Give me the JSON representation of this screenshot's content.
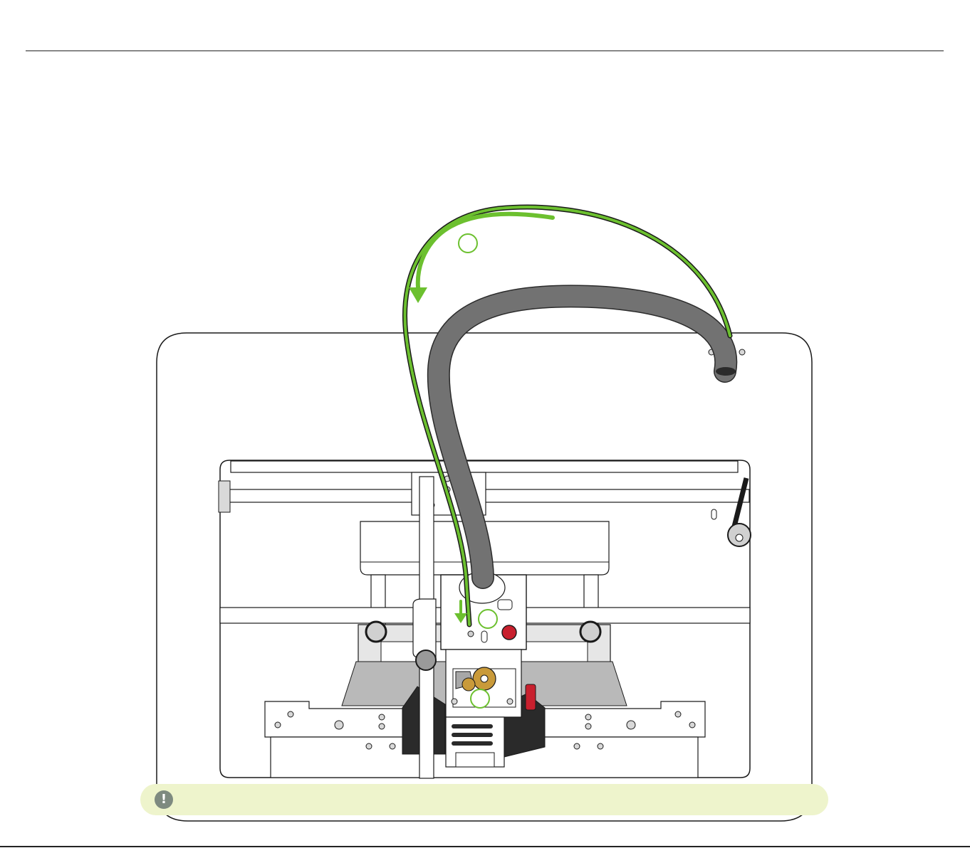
{
  "page": {
    "background": "#ffffff"
  },
  "diagram": {
    "subject": "printer-filament-loading",
    "colors": {
      "accent_green": "#6cc02f",
      "tube_gray": "#727272",
      "tube_outline": "#2b2b2b",
      "button_red": "#c8202e",
      "gear_gold": "#c99a3a",
      "outline": "#1a1a1a",
      "panel_gray": "#e6e6e6",
      "shadow_dark": "#2a2a2a"
    },
    "step_markers": [
      {
        "id": "step-1",
        "label": ""
      },
      {
        "id": "step-2",
        "label": ""
      },
      {
        "id": "step-3",
        "label": ""
      }
    ]
  },
  "note": {
    "icon": "exclamation-icon",
    "glyph": "!",
    "text": "",
    "background": "#eef4cc",
    "icon_color": "#7e8a80"
  }
}
